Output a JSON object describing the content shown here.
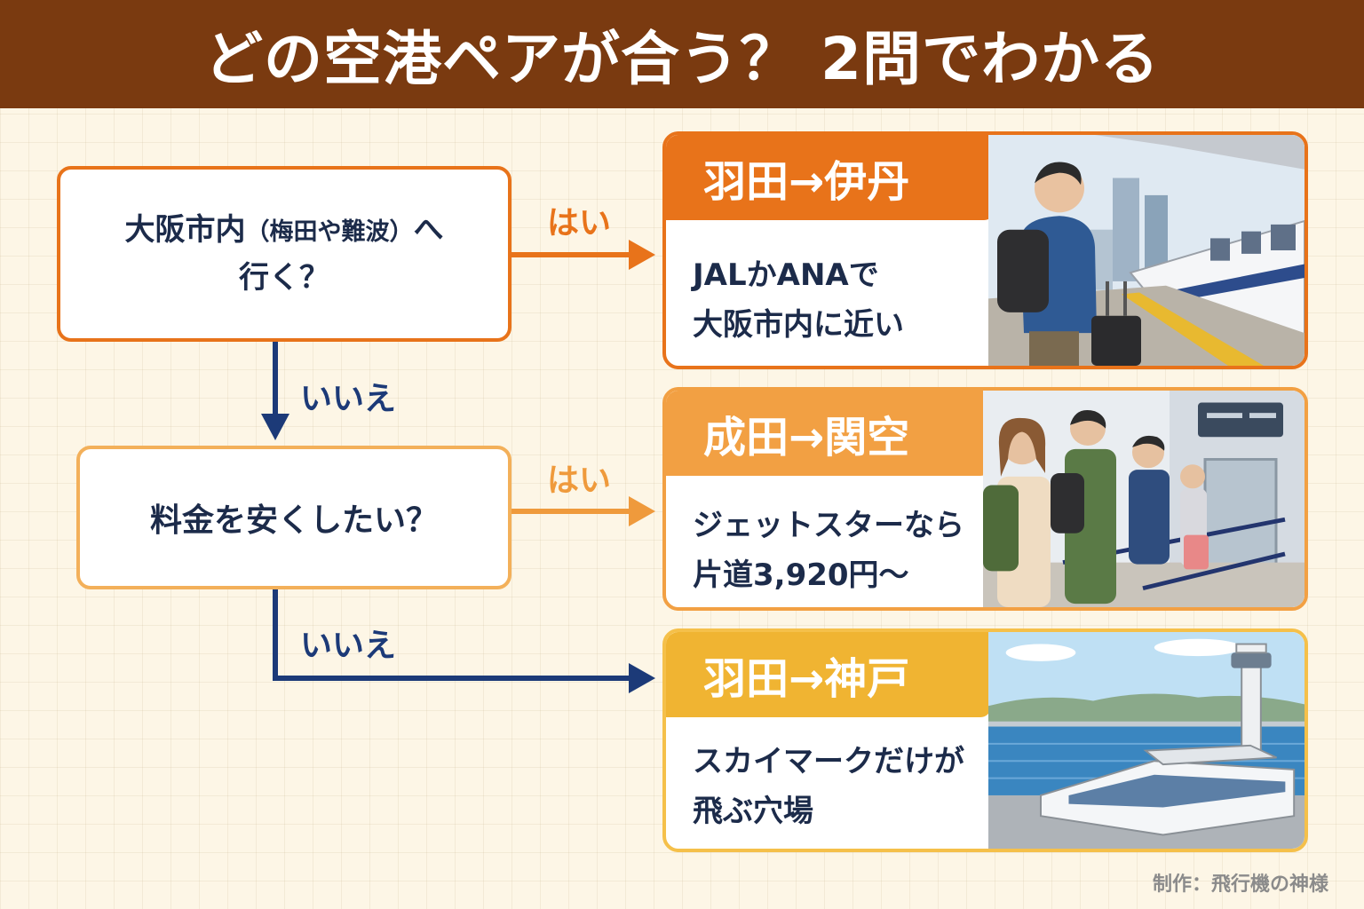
{
  "header": {
    "title": "どの空港ペアが合う？ 2問でわかる"
  },
  "questions": [
    {
      "main": "大阪市内",
      "paren": "（梅田や難波）",
      "suffix": "へ",
      "line2": "行く？"
    },
    {
      "text": "料金を安くしたい？"
    }
  ],
  "labels": {
    "yes": "はい",
    "no": "いいえ"
  },
  "results": [
    {
      "route": "羽田→伊丹",
      "line1": "JALかANAで",
      "line2": "大阪市内に近い"
    },
    {
      "route": "成田→関空",
      "line1": "ジェットスターなら",
      "line2": "片道3,920円～"
    },
    {
      "route": "羽田→神戸",
      "line1": "スカイマークだけが",
      "line2": "飛ぶ穴場"
    }
  ],
  "credit": "制作：飛行機の神様",
  "colors": {
    "header": "#7a3a10",
    "orange": "#e8731a",
    "light_orange": "#f2a043",
    "yellow": "#f0b432",
    "navy": "#1c3a78"
  }
}
